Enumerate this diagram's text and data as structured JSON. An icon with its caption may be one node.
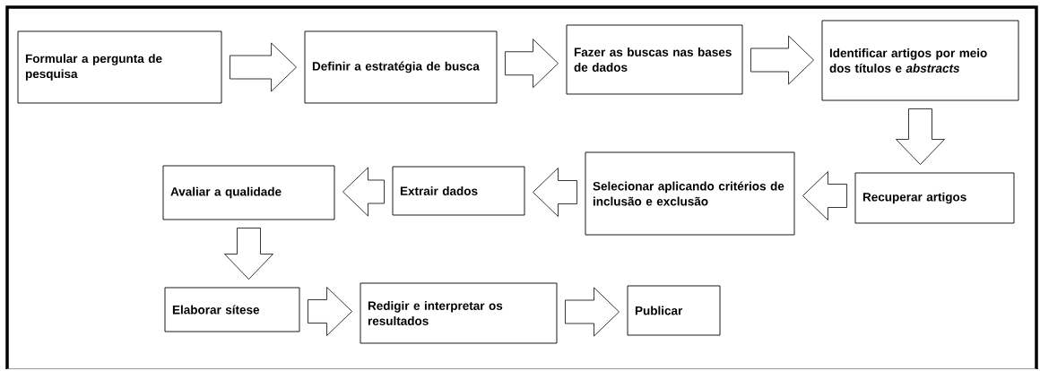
{
  "diagram": {
    "nodes": [
      {
        "text": [
          "Formular a pergunta de pesquisa"
        ]
      },
      {
        "text": [
          "Definir a estratégia de busca"
        ]
      },
      {
        "text": [
          "Fazer as buscas nas bases de dados"
        ]
      },
      {
        "text": [
          "Identificar artigos por meio dos títulos e *abstracts*"
        ]
      },
      {
        "text": [
          "Recuperar artigos"
        ]
      },
      {
        "text": [
          "Selecionar aplicando critérios de inclusão e exclusão"
        ]
      },
      {
        "text": [
          "Extrair dados"
        ]
      },
      {
        "text": [
          "Avaliar a qualidade"
        ]
      },
      {
        "text": [
          "Elaborar sítese"
        ]
      },
      {
        "text": [
          "Redigir e interpretar os resultados"
        ]
      },
      {
        "text": [
          "Publicar"
        ]
      }
    ],
    "edges": [
      {
        "from": 0,
        "to": 1,
        "arrow": "to"
      },
      {
        "from": 1,
        "to": 2,
        "arrow": "to"
      },
      {
        "from": 2,
        "to": 3,
        "arrow": "to"
      },
      {
        "from": 3,
        "to": 4,
        "arrow": "to"
      },
      {
        "from": 4,
        "to": 5,
        "arrow": "to"
      },
      {
        "from": 5,
        "to": 6,
        "arrow": "to"
      },
      {
        "from": 6,
        "to": 7,
        "arrow": "to"
      },
      {
        "from": 7,
        "to": 8,
        "arrow": "to"
      },
      {
        "from": 8,
        "to": 9,
        "arrow": "to"
      },
      {
        "from": 9,
        "to": 10,
        "arrow": "to"
      }
    ]
  }
}
